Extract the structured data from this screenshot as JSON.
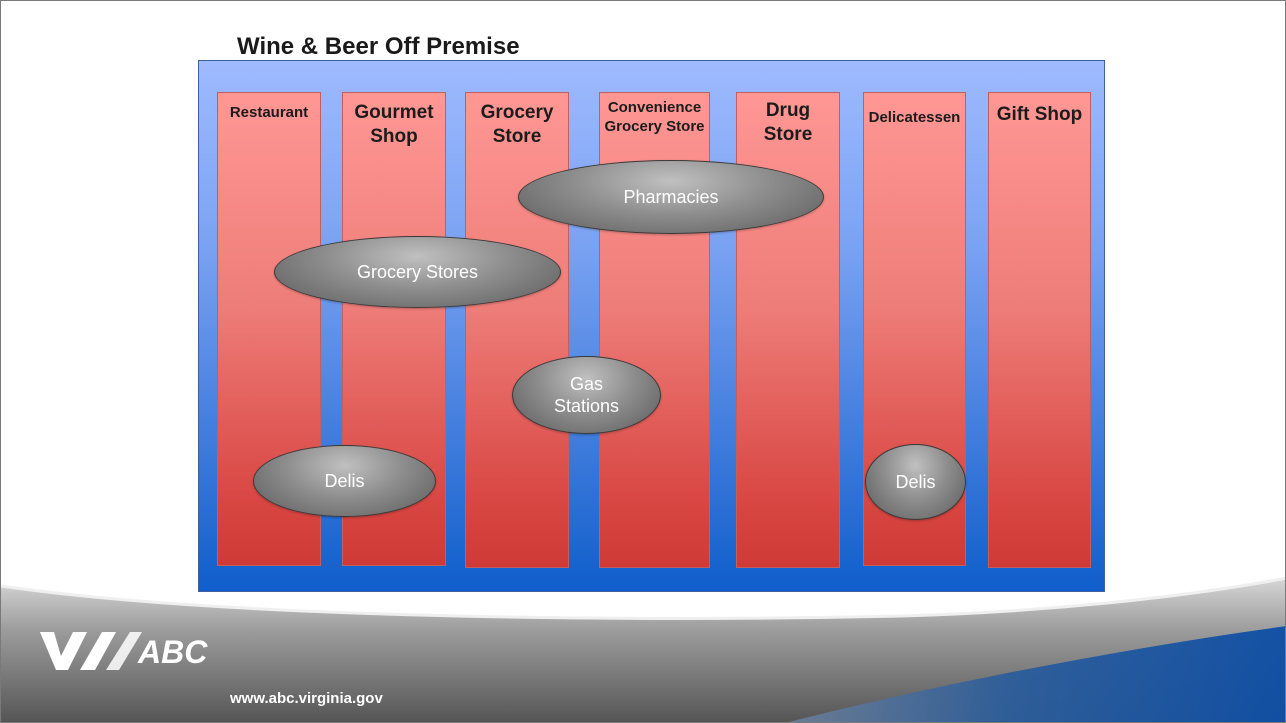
{
  "slide": {
    "title": "Wine & Beer Off Premise",
    "footer_url": "www.abc.virginia.gov",
    "logo_text": "VA ABC"
  },
  "columns": [
    {
      "label": "Restaurant"
    },
    {
      "label": "Gourmet\nShop"
    },
    {
      "label": "Grocery\nStore"
    },
    {
      "label": "Convenience\nGrocery Store"
    },
    {
      "label": "Drug\nStore"
    },
    {
      "label": "Delicatessen"
    },
    {
      "label": "Gift Shop"
    }
  ],
  "overlays": [
    {
      "label": "Pharmacies"
    },
    {
      "label": "Grocery Stores"
    },
    {
      "label": "Gas\nStations"
    },
    {
      "label": "Delis"
    },
    {
      "label": "Delis"
    }
  ],
  "colors": {
    "panel_top": "#9fbaff",
    "panel_bottom": "#0f5ecb",
    "column_top": "#ff9794",
    "column_bottom": "#cf3a36",
    "oval_fill": "#8e8e8e",
    "footer_band": "#0d4ea6"
  }
}
